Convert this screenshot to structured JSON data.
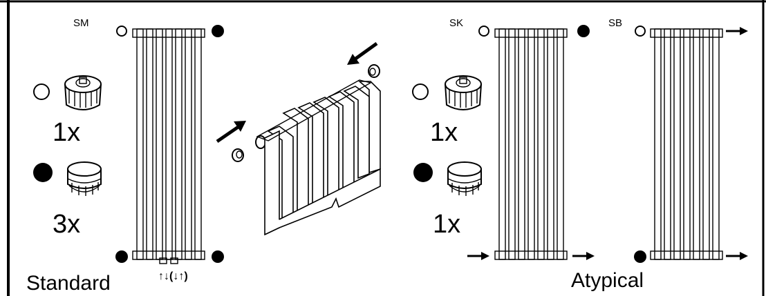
{
  "labels": {
    "sm": "SM",
    "sk": "SK",
    "sb": "SB",
    "standard": "Standard",
    "atypical": "Atypical",
    "flow_note": "↑↓(↓↑)"
  },
  "counts": {
    "standard_valve": "1x",
    "standard_plug": "3x",
    "atypical_valve": "1x",
    "atypical_plug": "1x"
  },
  "legend": {
    "open_circle": "valve",
    "filled_circle": "plug"
  },
  "icons": [
    "open-circle-icon",
    "filled-circle-icon",
    "valve-fitting-icon",
    "blind-plug-icon",
    "arrow-right-icon"
  ]
}
